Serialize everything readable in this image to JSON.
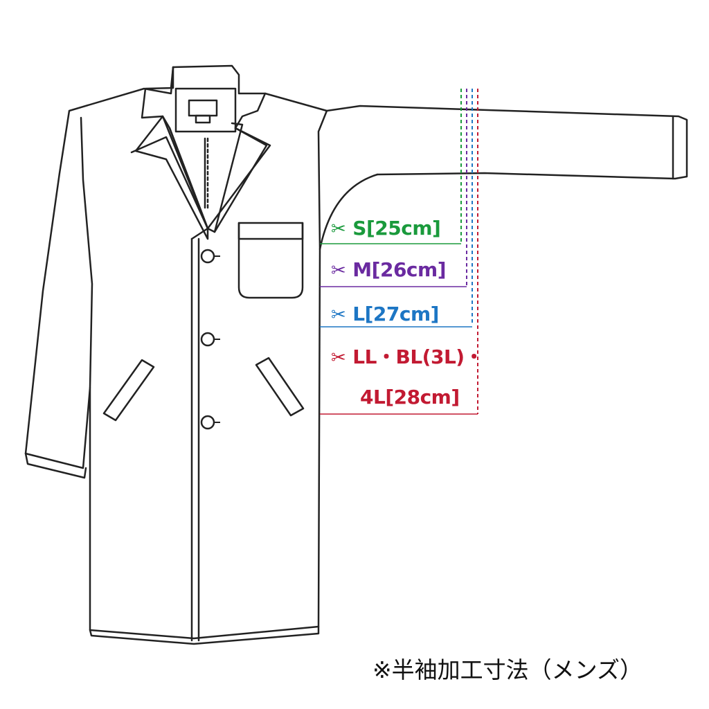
{
  "sizes": [
    {
      "label": "S[25cm]",
      "color": "#1a9a3c",
      "scissors": "scissors-icon"
    },
    {
      "label": "M[26cm]",
      "color": "#6a2aa0",
      "scissors": "scissors-icon"
    },
    {
      "label": "L[27cm]",
      "color": "#1d76c4",
      "scissors": "scissors-icon"
    },
    {
      "label_line1": "LL・BL(3L)・",
      "label_line2": "4L[28cm]",
      "color": "#c21a32",
      "scissors": "scissors-icon"
    }
  ],
  "footnote": "※半袖加工寸法（メンズ）",
  "colors": {
    "outline": "#222222",
    "background": "#ffffff"
  }
}
